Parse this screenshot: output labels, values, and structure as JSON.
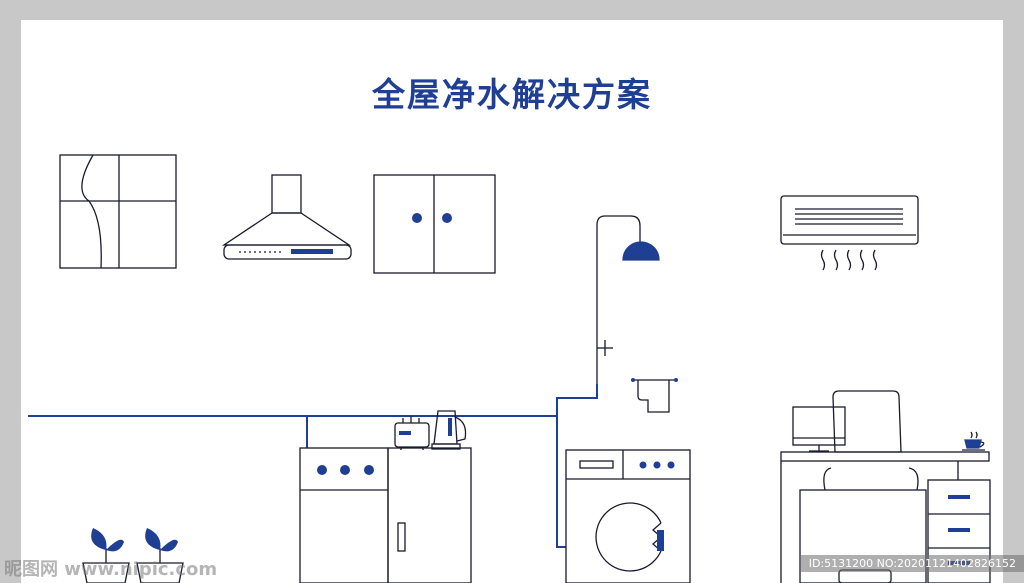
{
  "title": "全屋净水解决方案",
  "watermark": {
    "left": "昵图网 www.nipic.com",
    "right": "ID:5131200 NO:20201121402826152"
  },
  "colors": {
    "line": "#1a1a2e",
    "accent": "#1f3f95",
    "background": "#ffffff",
    "frame": "#c8c8c8"
  },
  "icons": [
    "window-icon",
    "range-hood-icon",
    "cabinet-icon",
    "shower-icon",
    "air-conditioner-icon",
    "towel-icon",
    "stove-icon",
    "toaster-icon",
    "kettle-icon",
    "washing-machine-icon",
    "desk-icon",
    "computer-icon",
    "office-chair-icon",
    "tea-cup-icon",
    "plant-icon"
  ]
}
